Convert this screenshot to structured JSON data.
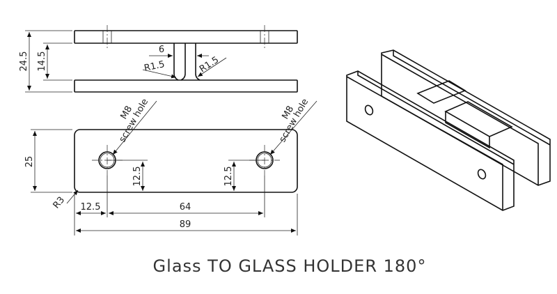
{
  "title": "Glass TO GLASS HOLDER 180°",
  "top_view": {
    "dim_total_height": "24.5",
    "dim_inner_height": "14.5",
    "dim_gap": "6",
    "radius_left": "R1.5",
    "radius_right": "R1.5"
  },
  "front_view": {
    "screw_left_line1": "M8",
    "screw_left_line2": "screw hole",
    "screw_right_line1": "M8",
    "screw_right_line2": "screw hole",
    "dim_height": "25",
    "dim_hole_left_vertical": "12.5",
    "dim_hole_right_vertical": "12.5",
    "corner_radius": "R3",
    "dim_hole_offset": "12.5",
    "dim_hole_spacing": "64",
    "dim_total_length": "89"
  }
}
